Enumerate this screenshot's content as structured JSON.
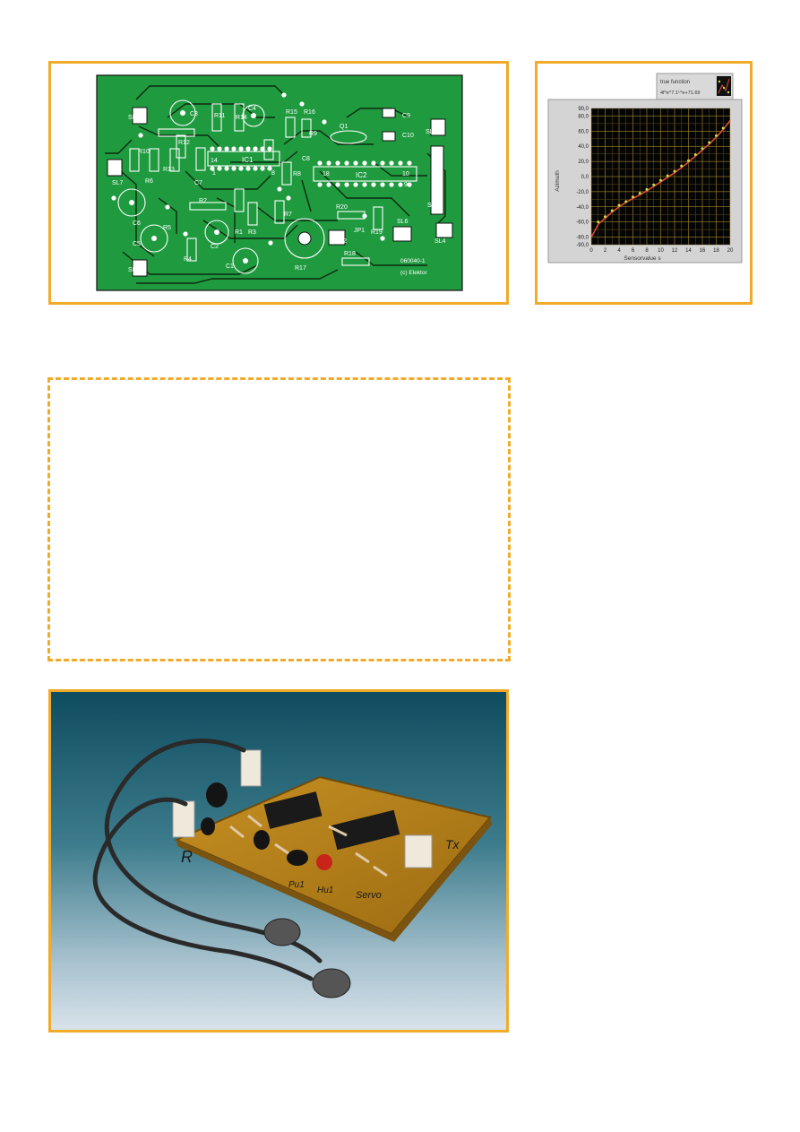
{
  "pcb": {
    "board_id": "060040-1",
    "copyright": "(c) Elektor",
    "labels": {
      "ic1": "IC1",
      "ic2": "IC2",
      "q1": "Q1",
      "c1": "C1",
      "c2": "C2",
      "c3": "C3",
      "c4": "C4",
      "c5": "C5",
      "c6": "C6",
      "c7": "C7",
      "c8": "C8",
      "c9": "C9",
      "c10": "C10",
      "r1": "R1",
      "r2": "R2",
      "r3": "R3",
      "r4": "R4",
      "r5": "R5",
      "r6": "R6",
      "r7": "R7",
      "r8": "R8",
      "r9": "R9",
      "r10": "R10",
      "r11": "R11",
      "r12": "R12",
      "r13": "R13",
      "r14": "R14",
      "r15": "R15",
      "r16": "R16",
      "r17": "R17",
      "r18": "R18",
      "r19": "R19",
      "r20": "R20",
      "sl1": "SL1",
      "sl2": "SL2",
      "sl3": "SL3",
      "sl4": "SL4",
      "sl5": "SL5",
      "sl6": "SL6",
      "sl7": "SL7",
      "jp1": "JP1",
      "jp2": "JP2",
      "pin14": "14",
      "pin1": "1",
      "pin8": "8",
      "pin18": "18",
      "pin10": "10",
      "pin9": "9"
    }
  },
  "chart_data": {
    "type": "line",
    "legend_title": "true function",
    "legend_formula": "4f*e^7.1¹^e+71.69",
    "xlabel": "Sensorvalue s",
    "ylabel": "Azimuth",
    "xlim": [
      0,
      20
    ],
    "ylim": [
      -90,
      90
    ],
    "x_ticks": [
      "0",
      "2",
      "4",
      "6",
      "8",
      "10",
      "12",
      "14",
      "16",
      "18",
      "20"
    ],
    "y_ticks": [
      "90,0",
      "80,0",
      "60,0",
      "40,0",
      "20,0",
      "0,0",
      "-20,0",
      "-40,0",
      "-60,0",
      "-80,0",
      "-90,0"
    ],
    "grid": true,
    "series": [
      {
        "x": [
          0,
          0.5,
          1,
          2,
          3,
          4,
          5,
          6,
          7,
          8,
          9,
          10,
          11,
          12,
          13,
          14,
          15,
          16,
          17,
          18,
          19,
          19.5,
          20
        ],
        "y": [
          -80,
          -72,
          -63,
          -55,
          -47,
          -40,
          -34,
          -29,
          -24,
          -19,
          -13,
          -7,
          -1,
          5,
          12,
          19,
          27,
          35,
          43,
          52,
          62,
          68,
          74
        ],
        "color": "#e24a32"
      }
    ],
    "markers": {
      "x": [
        1,
        2,
        3,
        4,
        5,
        6,
        7,
        8,
        9,
        10,
        11,
        12,
        13,
        14,
        15,
        16,
        17,
        18,
        19
      ],
      "y": [
        -60,
        -53,
        -45,
        -38,
        -33,
        -27,
        -22,
        -17,
        -11,
        -5,
        1,
        7,
        14,
        21,
        29,
        37,
        45,
        54,
        64
      ],
      "color": "#c8e04a"
    }
  },
  "photo": {
    "label_r": "R",
    "label_tx": "Tx",
    "label_servo": "Servo",
    "label_pot1": "Pu1",
    "label_pot2": "Hu1"
  }
}
